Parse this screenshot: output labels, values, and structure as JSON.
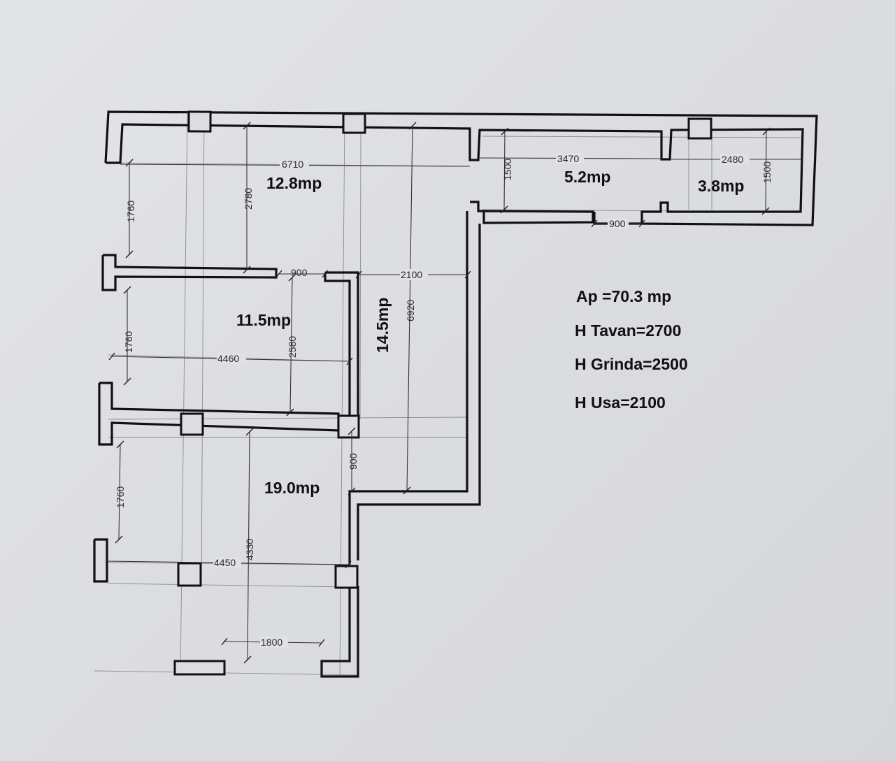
{
  "plan": {
    "rooms": [
      {
        "id": "r1",
        "area": "12.8mp"
      },
      {
        "id": "r2",
        "area": "11.5mp"
      },
      {
        "id": "r3",
        "area": "14.5mp"
      },
      {
        "id": "r4",
        "area": "19.0mp"
      },
      {
        "id": "r5",
        "area": "5.2mp"
      },
      {
        "id": "r6",
        "area": "3.8mp"
      }
    ],
    "dimensions": {
      "d6710": "6710",
      "d2780": "2780",
      "d1760_top": "1760",
      "d900_door1": "900",
      "d2100": "2100",
      "d6920": "6920",
      "d1760_mid": "1760",
      "d4460": "4460",
      "d2580": "2580",
      "d900_door2": "900",
      "d1760_bot": "1760",
      "d4450": "4450",
      "d4330": "4330",
      "d1800": "1800",
      "d3470": "3470",
      "d1500_left": "1500",
      "d2480": "2480",
      "d1500_right": "1500",
      "d900_door3": "900"
    }
  },
  "legend": {
    "area": "Ap =70.3 mp",
    "ceiling": "H Tavan=2700",
    "beam": "H Grinda=2500",
    "door": "H Usa=2100"
  }
}
